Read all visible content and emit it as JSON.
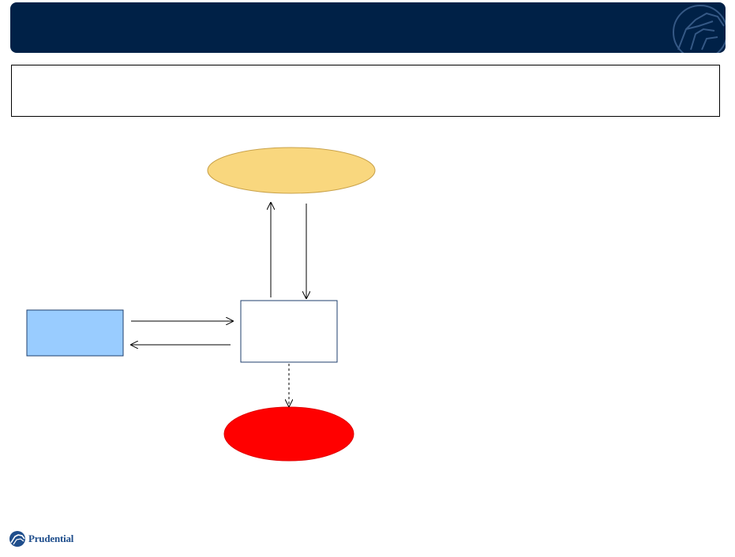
{
  "header": {
    "title": ""
  },
  "subtitle": {
    "text": ""
  },
  "diagram": {
    "nodes": {
      "top_ellipse": {
        "label": "",
        "color": "#f9d77e"
      },
      "center_box": {
        "label": "",
        "color": "#ffffff"
      },
      "left_box": {
        "label": "",
        "color": "#99ccff"
      },
      "bottom_ellipse": {
        "label": "",
        "color": "#ff0000"
      }
    },
    "edges": [
      {
        "from": "center_box",
        "to": "top_ellipse",
        "style": "solid"
      },
      {
        "from": "top_ellipse",
        "to": "center_box",
        "style": "solid"
      },
      {
        "from": "left_box",
        "to": "center_box",
        "style": "solid"
      },
      {
        "from": "center_box",
        "to": "left_box",
        "style": "solid"
      },
      {
        "from": "center_box",
        "to": "bottom_ellipse",
        "style": "dashed"
      }
    ]
  },
  "footer": {
    "logo_text": "Prudential",
    "logo_icon": "rock-icon"
  },
  "colors": {
    "header_bg": "#002147",
    "brand_blue": "#1f4e8c"
  }
}
